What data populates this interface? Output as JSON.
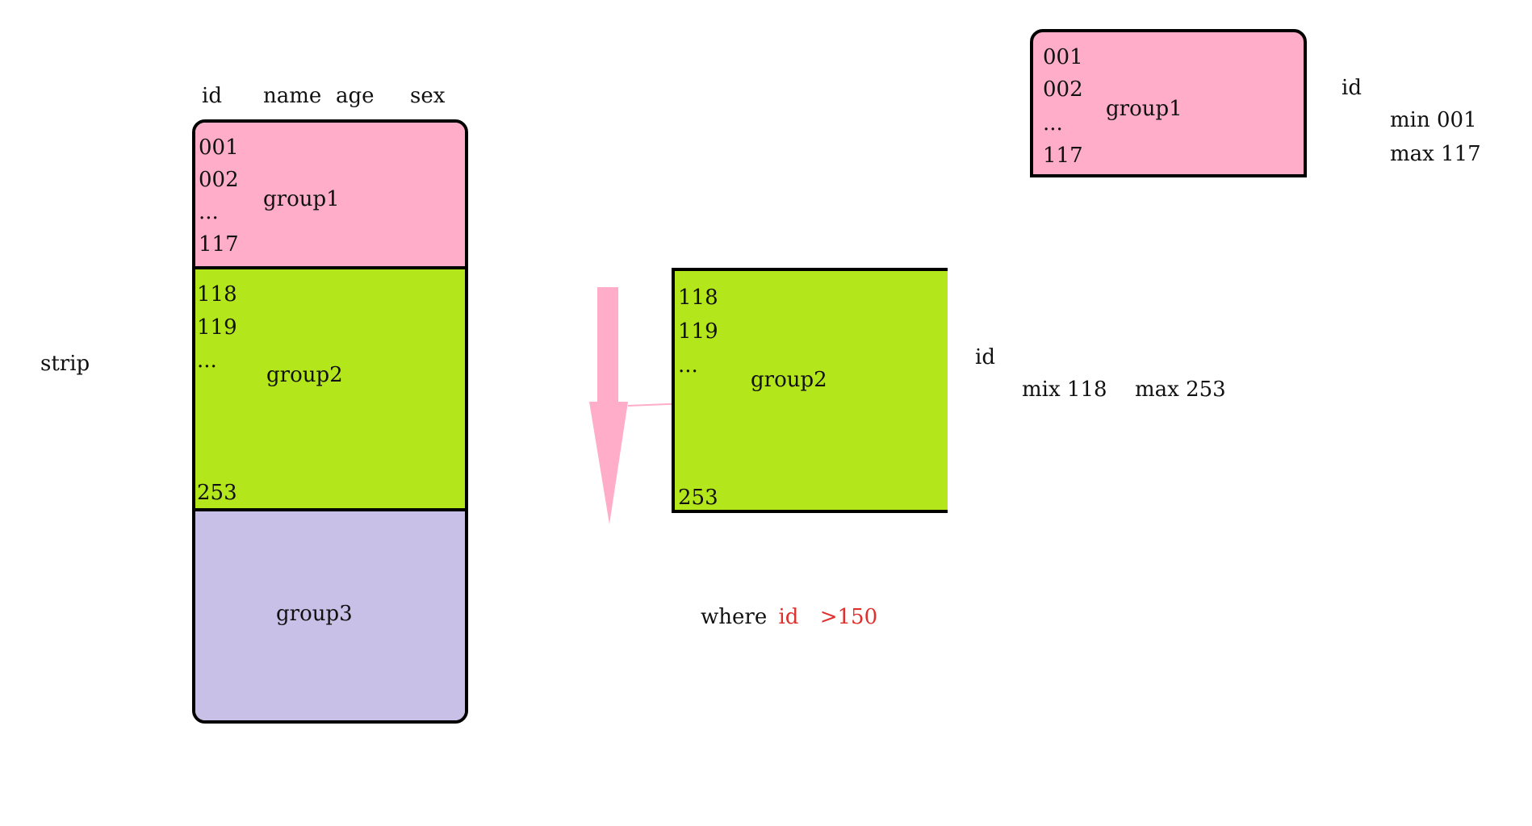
{
  "strip": {
    "label": "strip",
    "columns": [
      "id",
      "name",
      "age",
      "sex"
    ],
    "group1": {
      "name": "group1",
      "ids": [
        "001",
        "002",
        "...",
        "117"
      ]
    },
    "group2": {
      "name": "group2",
      "ids": [
        "118",
        "119",
        "...",
        "253"
      ]
    },
    "group3": {
      "name": "group3"
    }
  },
  "filtered_group": {
    "name": "group2",
    "ids": [
      "118",
      "119",
      "...",
      "253"
    ],
    "stats_label": "id",
    "stats_min": "mix 118",
    "stats_max": "max 253"
  },
  "group1_detail": {
    "name": "group1",
    "ids": [
      "001",
      "002",
      "...",
      "117"
    ],
    "stats_label": "id",
    "stats_min": "min 001",
    "stats_max": "max 117"
  },
  "query": {
    "keyword": "where",
    "field": "id",
    "condition": ">150"
  },
  "colors": {
    "group1": "#ffadc9",
    "group2": "#b4e61c",
    "group3": "#c8c0e6",
    "arrow": "#ffadc9",
    "highlight": "#e0302e"
  }
}
